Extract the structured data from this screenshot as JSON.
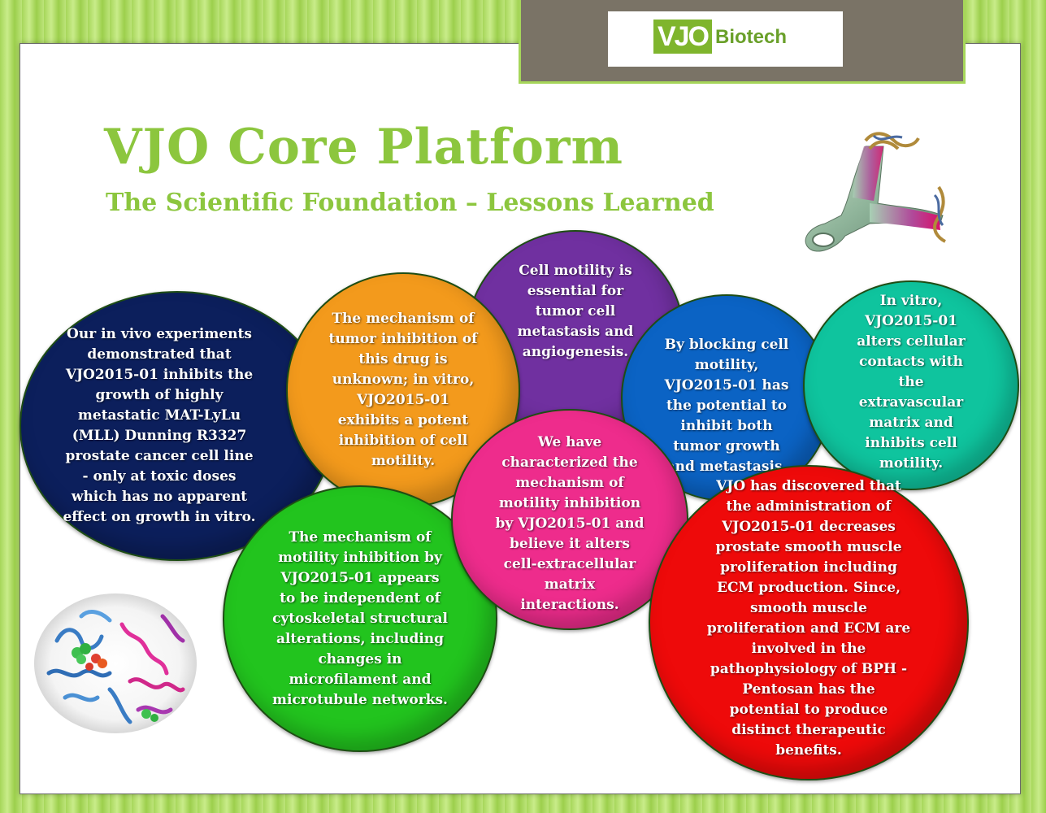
{
  "logo": {
    "mark": "VJO",
    "word": "Biotech"
  },
  "title": "VJO Core Platform",
  "subtitle": "The Scientific Foundation –  Lessons  Learned",
  "colors": {
    "title_green": "#8cc63e",
    "navy": "#0c1f5c",
    "orange": "#f39a1c",
    "purple": "#7030a0",
    "blue": "#0b63c4",
    "teal": "#0fc49e",
    "green": "#22c41e",
    "pink": "#ee2c8c",
    "red": "#ee0a0a"
  },
  "bubbles": {
    "navy": "Our in vivo experiments demonstrated that VJO2015-01 inhibits the growth of highly metastatic MAT-LyLu (MLL) Dunning R3327 prostate cancer cell line  -  only at toxic doses which has no apparent effect on growth in vitro.",
    "orange": "The mechanism of tumor inhibition of this drug is unknown; in vitro, VJO2015-01 exhibits a potent inhibition of cell motility.",
    "purple": "Cell motility is essential for tumor cell metastasis and angiogenesis.",
    "blue": "By blocking cell motility, VJO2015-01 has the potential to inhibit both tumor growth and metastasis.",
    "teal": "In vitro, VJO2015-01 alters cellular contacts with the extravascular matrix and inhibits cell motility.",
    "green": "The mechanism of motility inhibition by VJO2015-01 appears to be independent of cytoskeletal structural alterations, including changes in microfilament and microtubule networks.",
    "pink": "We have characterized the mechanism of motility inhibition by VJO2015-01 and believe it alters cell-extracellular matrix interactions.",
    "red": "VJO has  discovered that the administration of VJO2015-01 decreases prostate smooth muscle proliferation including ECM production.  Since, smooth muscle proliferation and ECM are involved in the pathophysiology of BPH - Pentosan has the potential to produce distinct  therapeutic benefits."
  }
}
